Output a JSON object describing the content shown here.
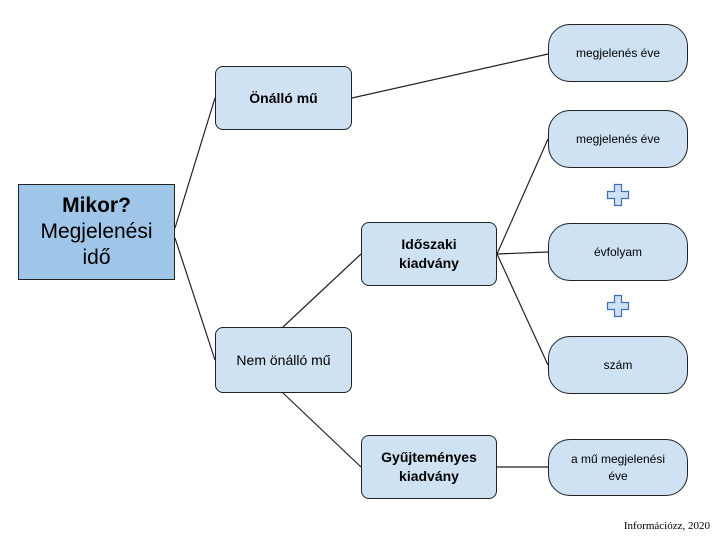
{
  "root": {
    "title": "Mikor?",
    "line2": "Megjelenési",
    "line3": "idő"
  },
  "nodes": {
    "onallo_mu": "Önálló mű",
    "nem_onallo_mu": "Nem önálló mű",
    "idoszaki_line1": "Időszaki",
    "idoszaki_line2": "kiadvány",
    "gyujtemenyes_line1": "Gyűjteményes",
    "gyujtemenyes_line2": "kiadvány"
  },
  "leaves": {
    "megjelenes_eve_1": "megjelenés éve",
    "megjelenes_eve_2": "megjelenés éve",
    "evfolyam": "évfolyam",
    "szam": "szám",
    "mu_megjelenesi_line1": "a mű megjelenési",
    "mu_megjelenesi_line2": "éve"
  },
  "credit": "Információzz, 2020",
  "colors": {
    "root_fill": "#9fc5e8",
    "node_fill": "#cfe2f3",
    "stroke": "#222222"
  }
}
